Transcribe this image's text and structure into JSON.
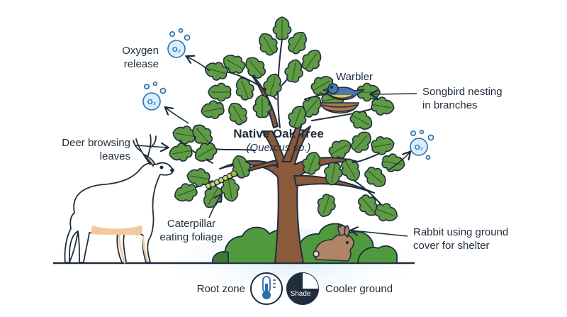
{
  "title": {
    "main": "Native Oak Tree",
    "sub": "(Quercus sp.)"
  },
  "labels": {
    "oxygen_line1": "Oxygen",
    "oxygen_line2": "release",
    "warbler": "Warbler",
    "songbird_line1": "Songbird nesting",
    "songbird_line2": "in branches",
    "deer_line1": "Deer browsing",
    "deer_line2": "leaves",
    "caterpillar_line1": "Caterpillar",
    "caterpillar_line2": "eating foliage",
    "rabbit_line1": "Rabbit using ground",
    "rabbit_line2": "cover for shelter",
    "root_zone": "Root zone",
    "cooler_ground": "Cooler ground",
    "shade": "Shade",
    "o2": "O₂"
  },
  "colors": {
    "outline": "#1f2d3d",
    "trunk": "#8a5a3b",
    "leaf": "#5f9a45",
    "leaf_dark": "#3f7a35",
    "bush": "#4f9a3f",
    "o2_bubble": "#d9efff",
    "o2_stroke": "#2d6fa8",
    "deer": "#ffffff",
    "deer_belly": "#f3c9a0",
    "rabbit": "#b08466",
    "bird_blue": "#4b79b4",
    "bird_yellow": "#f2c431",
    "ground_glow": "#cfe6f7"
  },
  "icons": [
    "o2-bubble-icon",
    "thermometer-icon",
    "shade-icon",
    "arrow-icon"
  ]
}
